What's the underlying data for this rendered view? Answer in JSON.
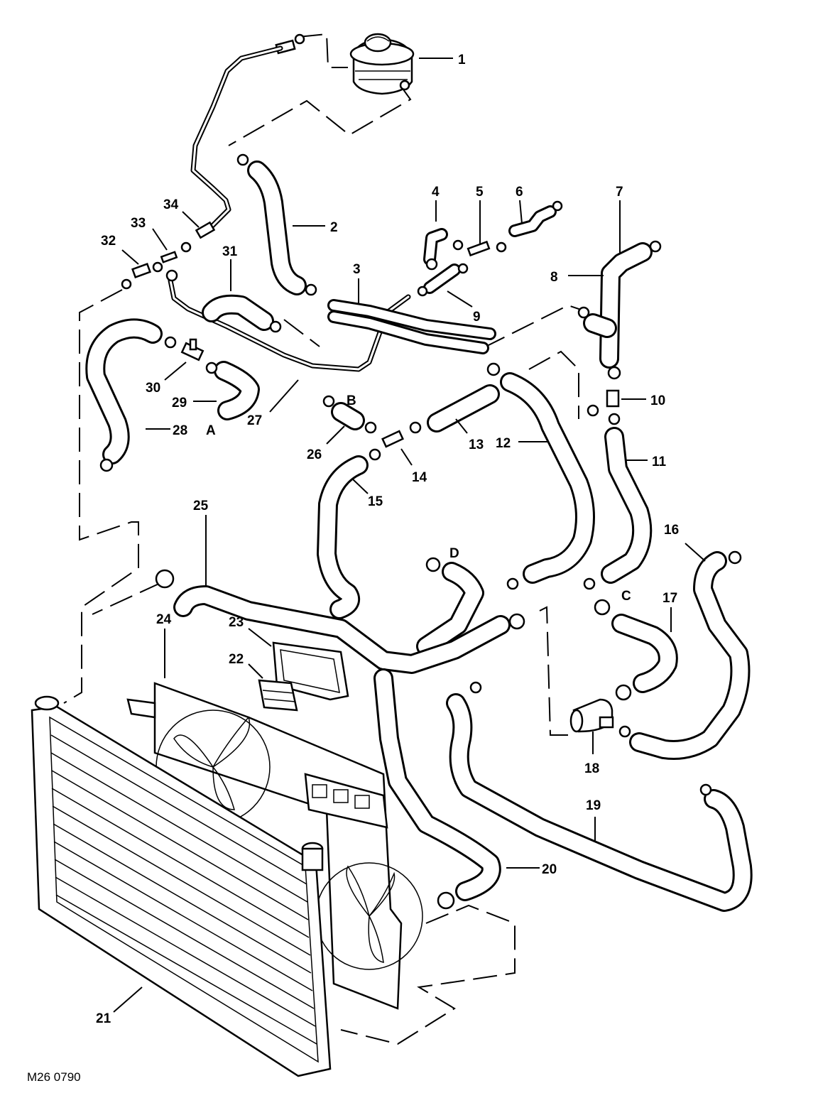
{
  "diagram_code": "M26 0790",
  "callouts": {
    "c1": "1",
    "c2": "2",
    "c3": "3",
    "c4": "4",
    "c5": "5",
    "c6": "6",
    "c7": "7",
    "c8": "8",
    "c9": "9",
    "c10": "10",
    "c11": "11",
    "c12": "12",
    "c13": "13",
    "c14": "14",
    "c15": "15",
    "c16": "16",
    "c17": "17",
    "c18": "18",
    "c19": "19",
    "c20": "20",
    "c21": "21",
    "c22": "22",
    "c23": "23",
    "c24": "24",
    "c25": "25",
    "c26": "26",
    "c27": "27",
    "c28": "28",
    "c29": "29",
    "c30": "30",
    "c31": "31",
    "c32": "32",
    "c33": "33",
    "c34": "34"
  },
  "connection_letters": {
    "a": "A",
    "b": "B",
    "c": "C",
    "d": "D"
  }
}
